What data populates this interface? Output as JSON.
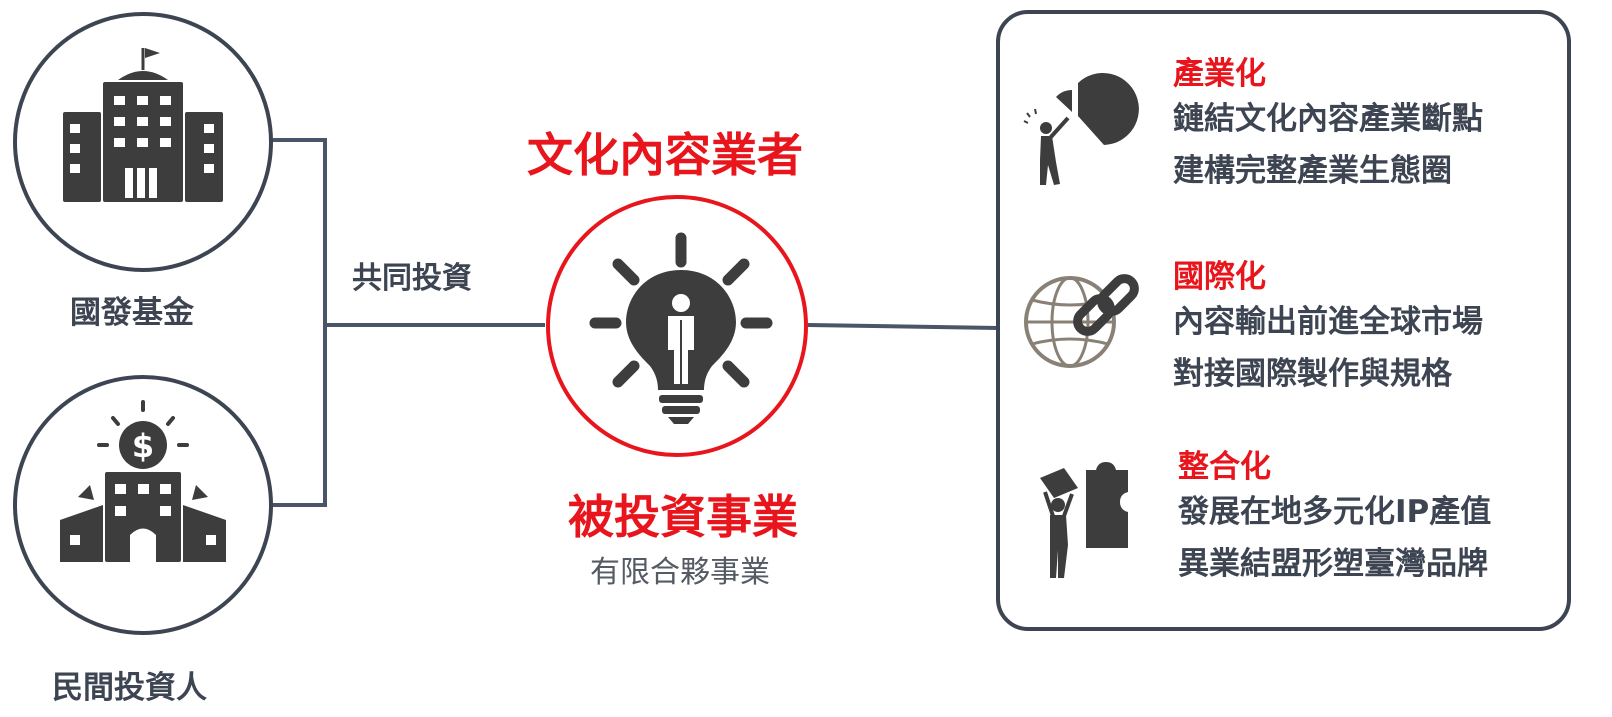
{
  "investors": [
    {
      "label": "國發基金",
      "icon": "government-building-icon"
    },
    {
      "label": "民間投資人",
      "icon": "bank-investor-icon"
    }
  ],
  "connector_label": "共同投資",
  "center": {
    "top_label": "文化內容業者",
    "title": "被投資事業",
    "subtitle": "有限合夥事業",
    "icon": "lightbulb-person-icon",
    "accent_color": "#e8161c"
  },
  "features": [
    {
      "title": "產業化",
      "lines": [
        "鏈結文化內容產業斷點",
        "建構完整產業生態圈"
      ],
      "icon": "person-pie-chart-icon"
    },
    {
      "title": "國際化",
      "lines": [
        "內容輸出前進全球市場",
        "對接國際製作與規格"
      ],
      "icon": "globe-chain-icon"
    },
    {
      "title": "整合化",
      "lines": [
        "發展在地多元化IP產值",
        "異業結盟形塑臺灣品牌"
      ],
      "icon": "puzzle-person-icon"
    }
  ],
  "colors": {
    "accent": "#e8161c",
    "line": "#4a5568",
    "icon": "#3d3d3d"
  }
}
